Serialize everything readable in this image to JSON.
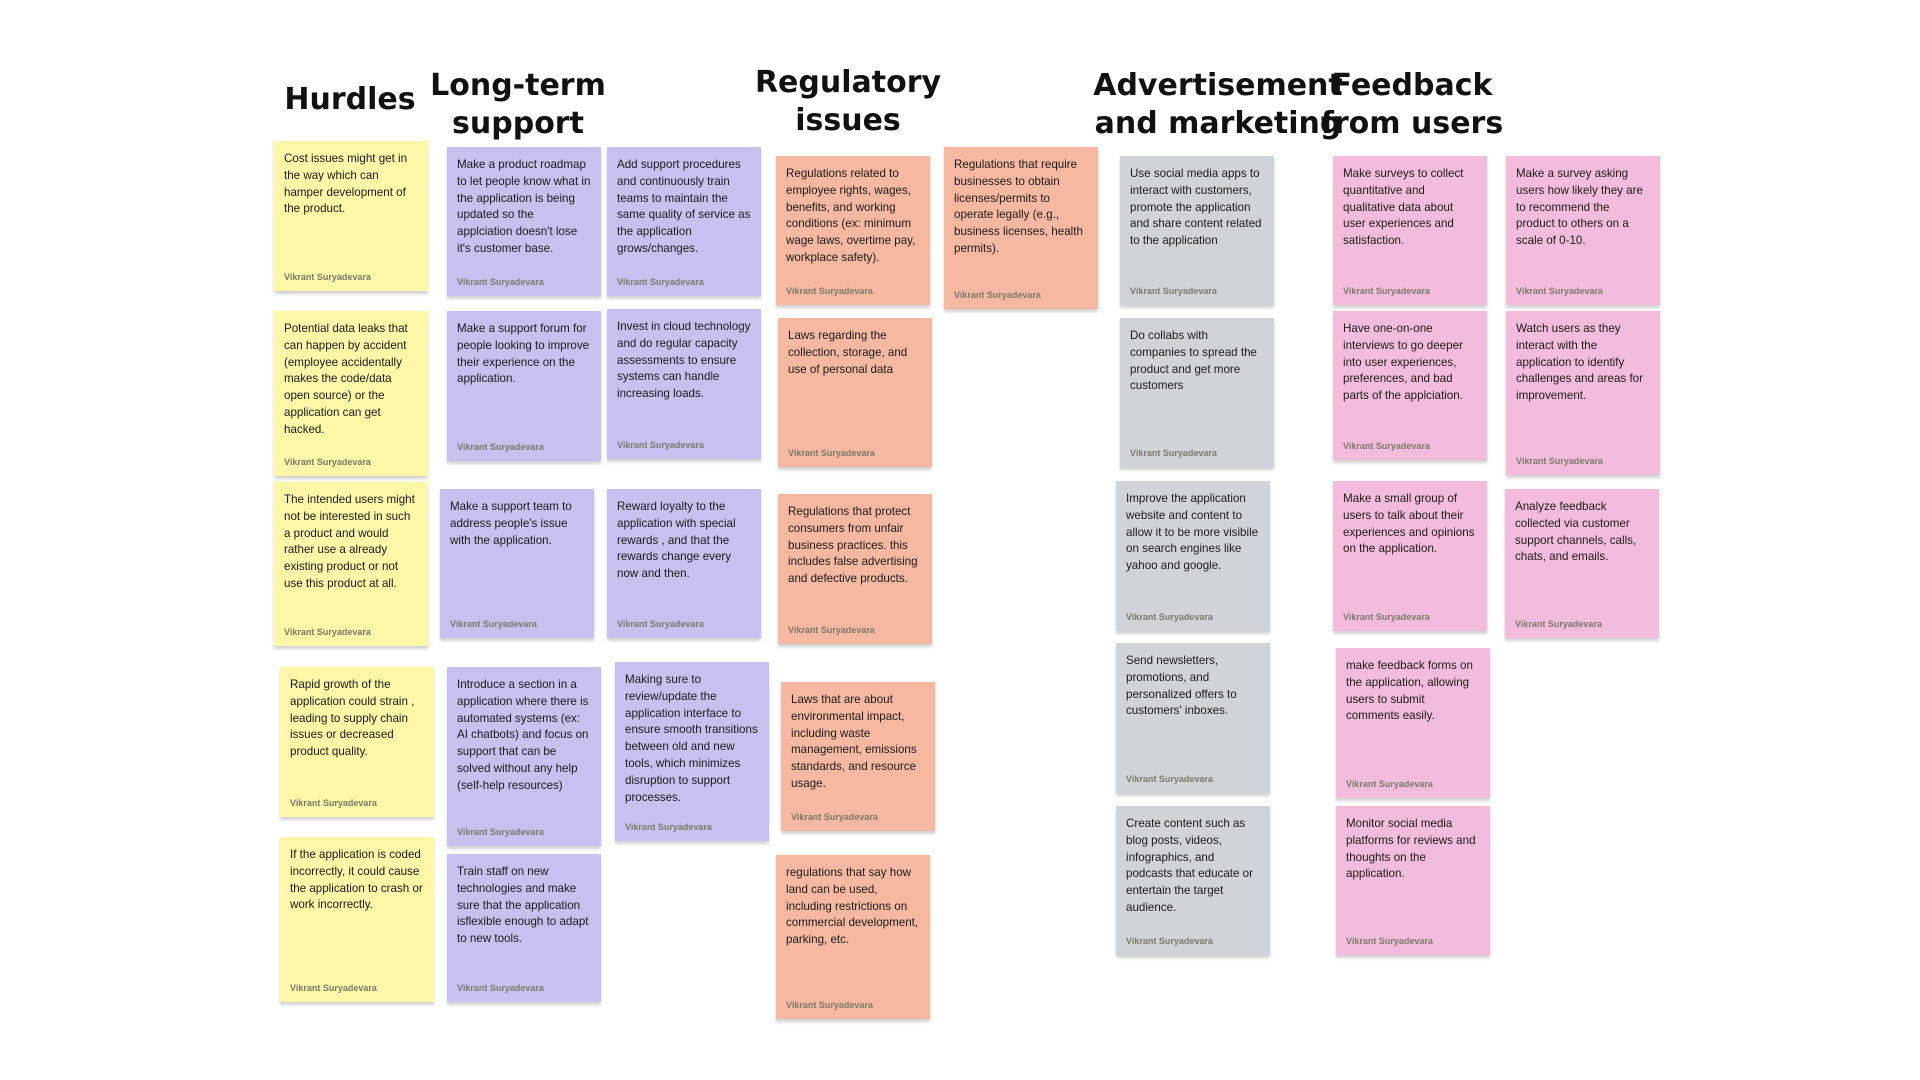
{
  "headings": {
    "hurdles": "Hurdles",
    "support": "Long-term\nsupport",
    "regulatory": "Regulatory\nissues",
    "marketing": "Advertisement\nand marketing",
    "feedback": "Feedback\nfrom users"
  },
  "author": "Vikrant Suryadevara",
  "colors": {
    "hurdles": "#fdf7a7",
    "support": "#c8c0ee",
    "regulatory": "#f6b8a0",
    "marketing": "#d0d4d9",
    "feedback": "#f4bcdc"
  },
  "notes": {
    "h1": "Cost issues might get in the way which can hamper development of the product.",
    "h2": "Potential data leaks that can happen by accident (employee accidentally makes the code/data open source) or the application can get hacked.",
    "h3": "The intended users might not be interested in such a product and would rather use a already existing product or not use this product at all.",
    "h4": "Rapid growth of the application could strain , leading to supply chain issues or decreased product quality.",
    "h5": "If the application is coded incorrectly, it could cause the application to crash or work incorrectly.",
    "s1": "Make a product roadmap to let people know what in the application is being updated so the applciation doesn't lose it's customer base.",
    "s2": "Add support procedures and continuously train teams to maintain the same quality of service as the application grows/changes.",
    "s3": "Make a support forum for people looking to improve their experience on the application.",
    "s4": "Invest in cloud technology and do regular capacity assessments to ensure systems can handle increasing loads.",
    "s5": "Make a support team to address people's issue with the application.",
    "s6": " Reward loyalty to the application with special rewards , and that the rewards change every now and then.",
    "s7": "Introduce a section in a application where there is automated systems (ex: AI chatbots) and focus on support that can be solved without any help (self-help resources)",
    "s8": "Making sure to review/update the application interface to ensure smooth transitions between old and new tools, which minimizes disruption to support processes.",
    "s9": "Train staff on new technologies and make sure that the application isflexible enough to adapt to new tools.",
    "r1": "Regulations related to employee rights, wages, benefits, and working conditions (ex: minimum wage laws, overtime pay, workplace safety).",
    "r2": "Regulations that require businesses to obtain licenses/permits to operate legally (e.g., business licenses, health permits).",
    "r3": "Laws regarding the collection, storage, and use of personal data",
    "r4": " Regulations that protect consumers from unfair business practices. this includes false advertising and defective products.",
    "r5": "Laws that are about environmental impact, including waste management, emissions standards, and resource usage.",
    "r6": "regulations that say how land can be used, including restrictions on commercial development, parking, etc.",
    "m1": "Use social media apps to interact with customers, promote the application and share content related to the application",
    "m2": "Do collabs with companies to spread the product and get more customers",
    "m3": "Improve the application website and content to allow it to be more visibile on search engines like yahoo and google.",
    "m4": "Send newsletters, promotions, and personalized offers to customers' inboxes.",
    "m5": "Create content such as blog posts, videos, infographics, and podcasts that educate or entertain the target audience.",
    "f1": "Make surveys to collect quantitative and qualitative data about user experiences and satisfaction.",
    "f2": "Make a survey asking users how likely they are to recommend the product to others on a scale of 0-10.",
    "f3": "Have one-on-one interviews to go deeper into user experiences, preferences, and bad parts of the applciation.",
    "f4": "Watch users as they interact with the application to  identify challenges and areas for improvement.",
    "f5": "Make a small group of users to talk about their experiences and opinions on the application.",
    "f6": "Analyze feedback collected via customer support channels, calls, chats, and emails.",
    "f7": "make feedback forms on the application, allowing users to submit comments easily.",
    "f8": "Monitor social media platforms for reviews and thoughts on the application."
  }
}
